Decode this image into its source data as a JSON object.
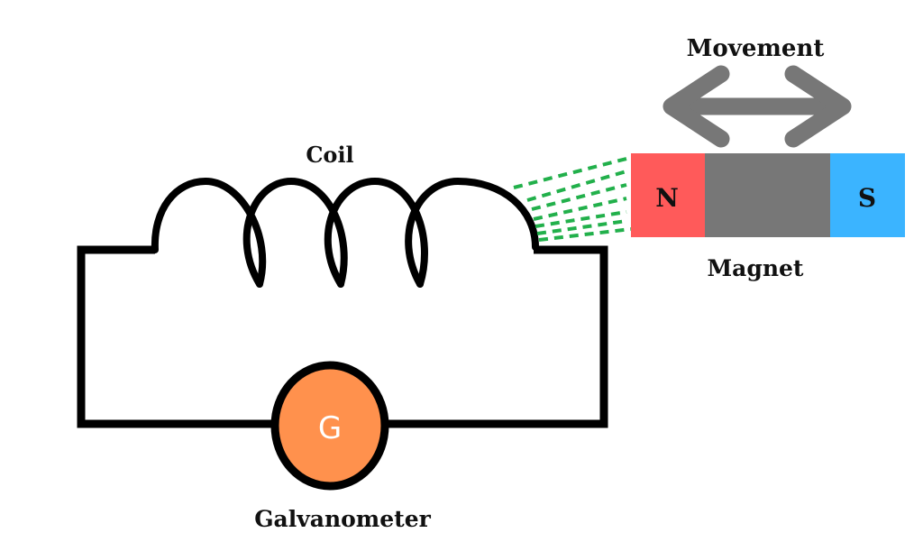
{
  "labels": {
    "coil": "Coil",
    "movement": "Movement",
    "magnet": "Magnet",
    "north": "N",
    "south": "S",
    "galvanometer_symbol": "G",
    "galvanometer": "Galvanometer"
  },
  "colors": {
    "wire": "#000000",
    "north_pole": "#FF5A5A",
    "magnet_body": "#777777",
    "south_pole": "#3BB4FF",
    "arrow": "#777777",
    "field_lines": "#22B04B",
    "galvanometer": "#FF914D"
  }
}
